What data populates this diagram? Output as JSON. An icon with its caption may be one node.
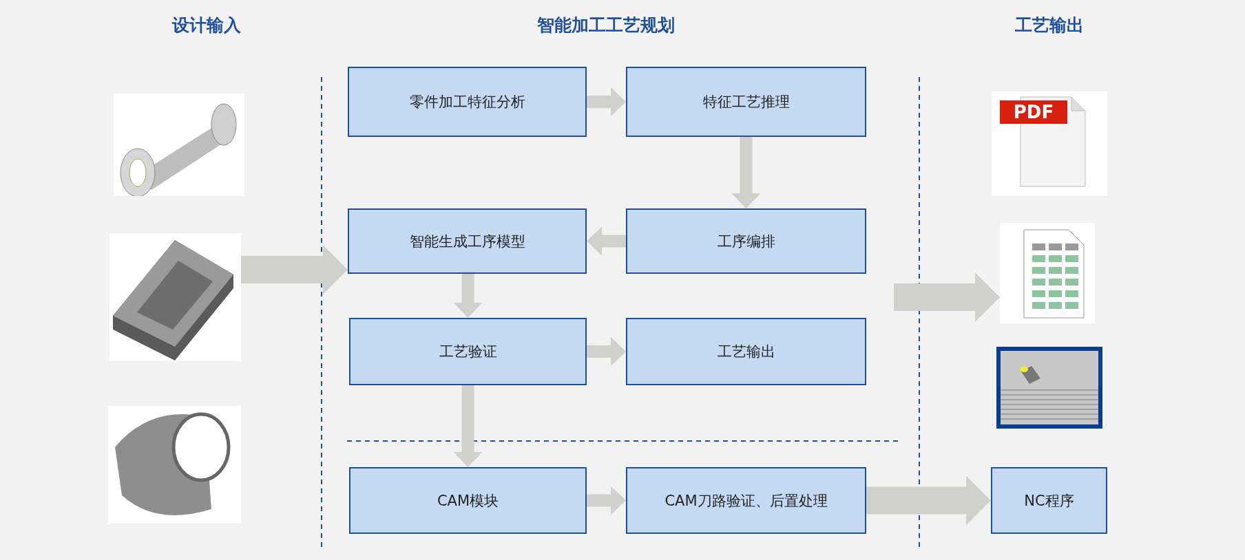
{
  "diagram": {
    "nodes": [
      {
        "text": [],
        "shape": "picture"
      },
      {
        "text": [],
        "shape": "picture"
      },
      {
        "text": [],
        "shape": "picture"
      },
      {
        "text": [
          "零件加工特征分析"
        ]
      },
      {
        "text": [
          "特征工艺推理"
        ]
      },
      {
        "text": [
          "智能生成工序模型"
        ]
      },
      {
        "text": [
          "工序编排"
        ]
      },
      {
        "text": [
          "工艺验证"
        ]
      },
      {
        "text": [
          "工艺输出"
        ]
      },
      {
        "text": [
          "CAM模块"
        ]
      },
      {
        "text": [
          "CAM刀路验证、后置处理"
        ]
      },
      {
        "text": [
          "PDF"
        ]
      },
      {
        "text": [],
        "shape": "picture"
      },
      {
        "text": [],
        "shape": "picture"
      },
      {
        "text": [
          "NC程序"
        ]
      }
    ],
    "edges": [
      {
        "from": 3,
        "to": 4,
        "arrow": "to"
      },
      {
        "from": 4,
        "to": 6,
        "arrow": "to"
      },
      {
        "from": 6,
        "to": 5,
        "arrow": "to"
      },
      {
        "from": 5,
        "to": 7,
        "arrow": "to"
      },
      {
        "from": 7,
        "to": 8,
        "arrow": "to"
      },
      {
        "from": 7,
        "to": 9,
        "arrow": "to"
      },
      {
        "from": 9,
        "to": 10,
        "arrow": "to"
      },
      {
        "from": 10,
        "to": 14,
        "arrow": "to",
        "style": "thick"
      },
      {
        "from": 1,
        "to": 5,
        "arrow": "to",
        "style": "thick"
      },
      {
        "from": null,
        "to": 12,
        "arrow": "to",
        "style": "thick"
      }
    ],
    "labels": [
      "设计输入",
      "智能加工工艺规划",
      "工艺输出"
    ]
  }
}
